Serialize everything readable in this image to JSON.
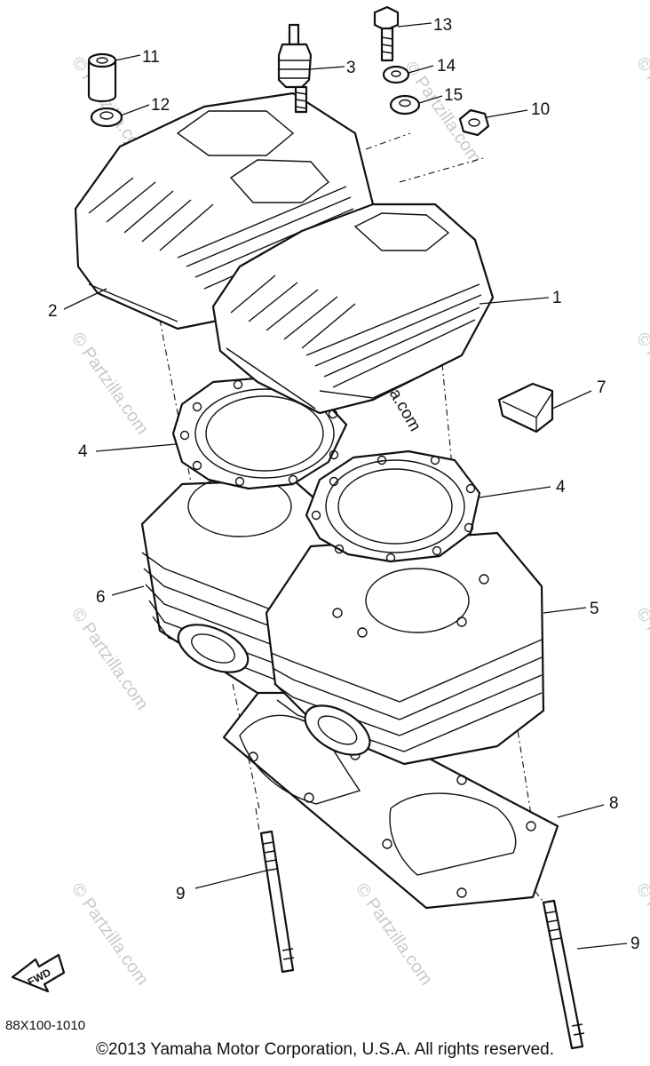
{
  "diagram": {
    "callouts": [
      {
        "id": "c1",
        "label": "1"
      },
      {
        "id": "c2",
        "label": "2"
      },
      {
        "id": "c3",
        "label": "3"
      },
      {
        "id": "c4a",
        "label": "4"
      },
      {
        "id": "c4b",
        "label": "4"
      },
      {
        "id": "c5",
        "label": "5"
      },
      {
        "id": "c6",
        "label": "6"
      },
      {
        "id": "c7",
        "label": "7"
      },
      {
        "id": "c8",
        "label": "8"
      },
      {
        "id": "c9a",
        "label": "9"
      },
      {
        "id": "c9b",
        "label": "9"
      },
      {
        "id": "c10",
        "label": "10"
      },
      {
        "id": "c11",
        "label": "11"
      },
      {
        "id": "c12",
        "label": "12"
      },
      {
        "id": "c13",
        "label": "13"
      },
      {
        "id": "c14",
        "label": "14"
      },
      {
        "id": "c15",
        "label": "15"
      }
    ],
    "fwd_label": "FWD",
    "watermark": "© Partzilla.com",
    "part_number": "88X100-1010",
    "copyright": "©2013  Yamaha Motor Corporation, U.S.A. All rights reserved."
  }
}
